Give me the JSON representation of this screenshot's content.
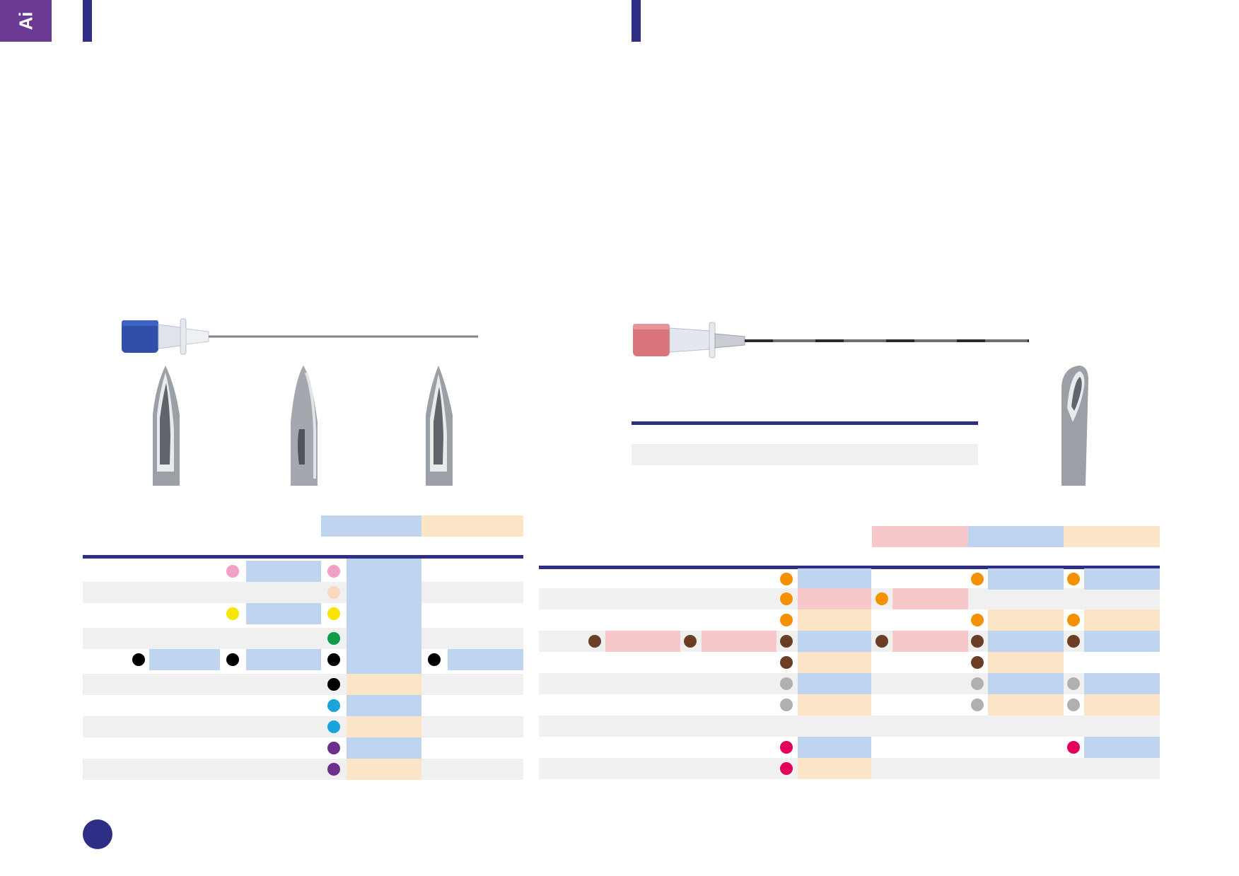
{
  "section_tab": {
    "label": "Ai",
    "color": "#6c3a93"
  },
  "colors": {
    "navy": "#2e2e87",
    "blue_cell": "#bfd5ef",
    "peach_cell": "#fce4c6",
    "pink_cell": "#f6c8ca",
    "stripe": "#f0f0f0"
  },
  "left_needle": {
    "hub_color": "#2f4fa8",
    "icon": "spinal-needle-blue-hub"
  },
  "right_needle": {
    "hub_color": "#d9757a",
    "icon": "spinal-needle-pink-hub"
  },
  "tip_icons": [
    "quincke-bevel-tip-icon",
    "pencil-point-side-hole-tip-icon",
    "sprotte-bevel-tip-icon",
    "epidural-tuohy-tip-icon"
  ],
  "dot_colors": {
    "pink": "#f3a0c6",
    "light_peach": "#fbd7c0",
    "yellow": "#f5e500",
    "green": "#119a47",
    "black": "#000000",
    "cyan": "#1aa3dd",
    "purple": "#6b2f8c",
    "orange": "#f39100",
    "brown": "#6b3e26",
    "grey": "#b0b0b0",
    "crimson": "#e2005a"
  }
}
